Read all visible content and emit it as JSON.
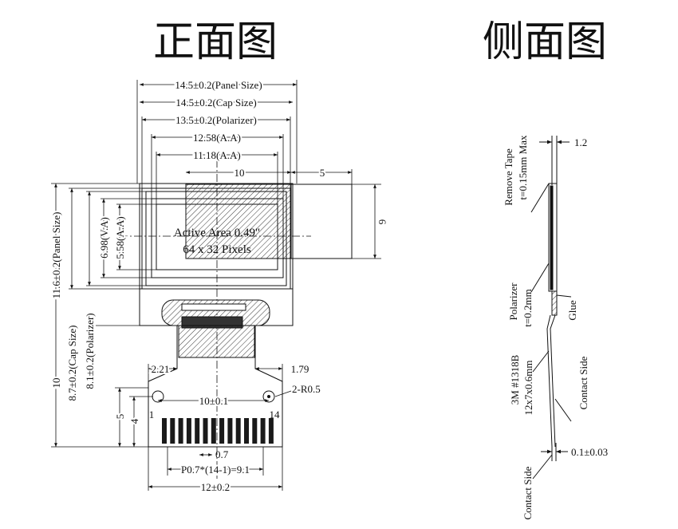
{
  "titles": {
    "front_view": "正面图",
    "side_view": "侧面图"
  },
  "front": {
    "panel_size_w": "14.5±0.2(Panel Size)",
    "cap_size_w": "14.5±0.2(Cap Size)",
    "polarizer_w": "13.5±0.2(Polarizer)",
    "aa_w": "12.58(A.A)",
    "va_w": "11.18(A.A)",
    "dim_10": "10",
    "dim_5": "5",
    "dim_6": "6",
    "active_area": "Active Area 0.49\"",
    "pixels": "64 x 32 Pixels",
    "va_h": "6.98(V.A)",
    "aa_h": "5.58(A.A)",
    "panel_size_h": "11.6±0.2(Panel Size)",
    "cap_size_h": "8.7±0.2(Cap Size)",
    "polarizer_h": "8.1±0.2(Polarizer)",
    "dim_2_21": "2.21",
    "dim_1_79": "1.79",
    "dim_10_01": "10±0.1",
    "r05": "2-R0.5",
    "pin_1": "1",
    "pin_14": "14",
    "dim_10_left": "10",
    "dim_5_left": "5",
    "dim_4_left": "4",
    "dim_0_7": "0.7",
    "pitch": "P0.7*(14-1)=9.1",
    "width_12": "12±0.2"
  },
  "side": {
    "remove_tape_1": "Remove Tape",
    "remove_tape_2": "t=0.15mm Max",
    "dim_1_2": "1.2",
    "polarizer_1": "Polarizer",
    "polarizer_2": "t=0.2mm",
    "glue": "Glue",
    "tape_1": "3M #1318B",
    "tape_2": "12x7x0.6mm",
    "contact_side_1": "Contact Side",
    "dim_0_1": "0.1±0.03",
    "contact_side_2": "Contact Side"
  }
}
